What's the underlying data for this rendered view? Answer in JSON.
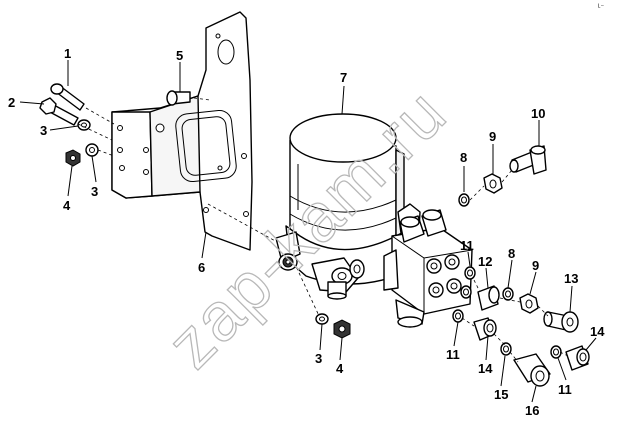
{
  "watermark": "zap-kam.ru",
  "corner_mark": "ᴸ⁻",
  "callouts": {
    "c1": "1",
    "c2": "2",
    "c3a": "3",
    "c3b": "3",
    "c3c": "3",
    "c4a": "4",
    "c4b": "4",
    "c5": "5",
    "c6": "6",
    "c7": "7",
    "c8a": "8",
    "c8b": "8",
    "c9a": "9",
    "c9b": "9",
    "c10": "10",
    "c11a": "11",
    "c11b": "11",
    "c11c": "11",
    "c12": "12",
    "c13": "13",
    "c14a": "14",
    "c14b": "14",
    "c15": "15",
    "c16": "16"
  }
}
